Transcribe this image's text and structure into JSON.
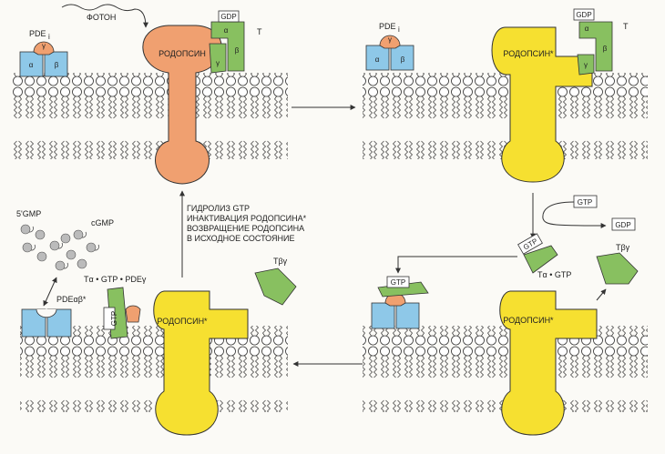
{
  "labels": {
    "photon": "ФОТОН",
    "rhodopsin": "РОДОПСИН",
    "rhodopsin_star": "РОДОПСИН*",
    "pde": "PDE",
    "pde_sub": "i",
    "gdp": "GDP",
    "gtp": "GTP",
    "t": "T",
    "alpha": "α",
    "beta": "β",
    "gamma": "γ",
    "t_alpha_gtp": "Tα • GTP",
    "t_beta_gamma": "Tβγ",
    "t_alpha_gtp_pde_gamma": "Tα • GTP • PDEγ",
    "pde_ab_star": "PDEαβ*",
    "five_gmp": "5'GMP",
    "cgmp": "cGMP"
  },
  "hydrolysis_note": [
    "ГИДРОЛИЗ GTP",
    "ИНАКТИВАЦИЯ РОДОПСИНА*",
    "ВОЗВРАЩЕНИЕ РОДОПСИНА",
    "В ИСХОДНОЕ СОСТОЯНИЕ"
  ],
  "colors": {
    "rhodopsin_inactive": "#f0a070",
    "rhodopsin_active": "#f6e030",
    "pde": "#8ec8e8",
    "pde_gamma": "#f0a070",
    "transducin": "#88c060",
    "lipid_head": "#ffffff",
    "line": "#333333",
    "cgmp": "#bbbbbb"
  }
}
